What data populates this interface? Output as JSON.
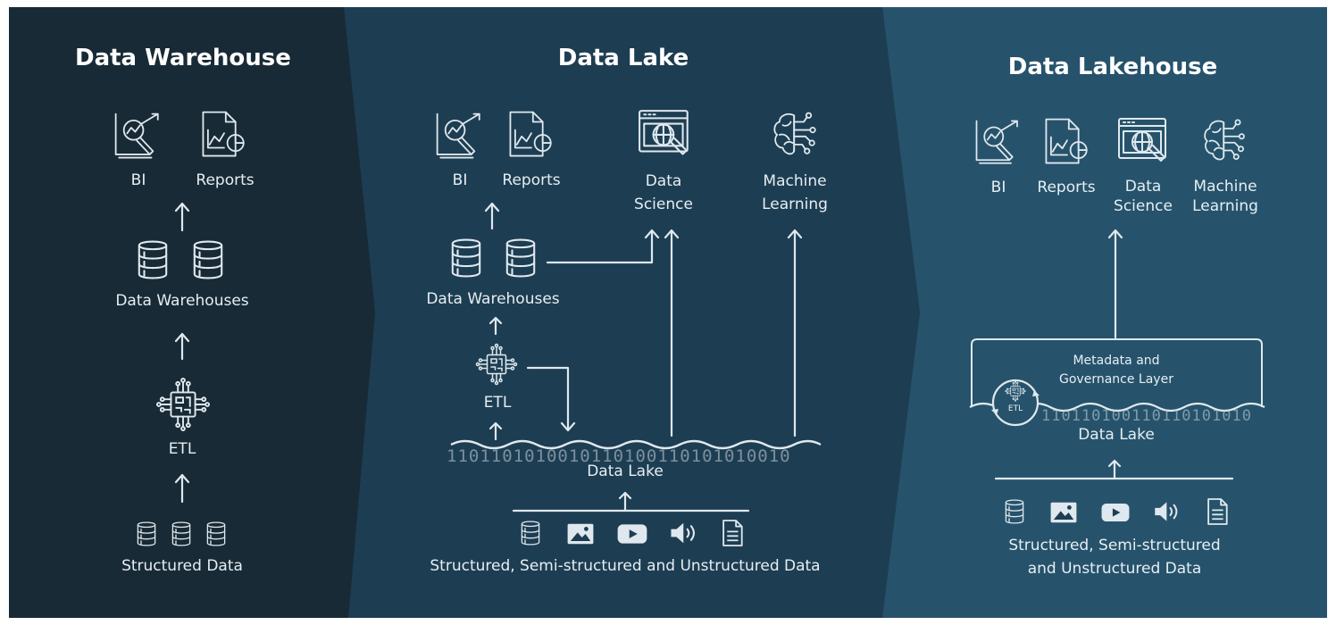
{
  "colors": {
    "panel_warehouse": "#182a35",
    "panel_lake": "#1d3d52",
    "panel_lakehouse": "#26536b",
    "line": "#dfe8ee",
    "text": "#e6eef3"
  },
  "warehouse": {
    "title": "Data Warehouse",
    "consumers": [
      {
        "label": "BI",
        "icon": "bi-chart-icon"
      },
      {
        "label": "Reports",
        "icon": "report-icon"
      }
    ],
    "storage_label": "Data Warehouses",
    "etl_label": "ETL",
    "source_label": "Structured Data"
  },
  "lake": {
    "title": "Data Lake",
    "consumers": [
      {
        "label": "BI",
        "icon": "bi-chart-icon"
      },
      {
        "label": "Reports",
        "icon": "report-icon"
      },
      {
        "label": "Data\nScience",
        "icon": "data-science-icon"
      },
      {
        "label": "Machine\nLearning",
        "icon": "brain-icon"
      }
    ],
    "storage_label": "Data Warehouses",
    "etl_label": "ETL",
    "lake_label": "Data Lake",
    "binary_text": "1101101010010110100110101010010",
    "source_icons": [
      "database-icon",
      "image-icon",
      "video-icon",
      "audio-icon",
      "document-icon"
    ],
    "source_label": "Structured, Semi-structured and Unstructured Data"
  },
  "lakehouse": {
    "title": "Data Lakehouse",
    "consumers": [
      {
        "label": "BI",
        "icon": "bi-chart-icon"
      },
      {
        "label": "Reports",
        "icon": "report-icon"
      },
      {
        "label": "Data\nScience",
        "icon": "data-science-icon"
      },
      {
        "label": "Machine\nLearning",
        "icon": "brain-icon"
      }
    ],
    "layer_label": "Metadata and\nGovernance Layer",
    "etl_label": "ETL",
    "lake_label": "Data Lake",
    "binary_text": "110110100110110101010",
    "source_icons": [
      "database-icon",
      "image-icon",
      "video-icon",
      "audio-icon",
      "document-icon"
    ],
    "source_label": "Structured, Semi-structured\nand Unstructured Data"
  }
}
